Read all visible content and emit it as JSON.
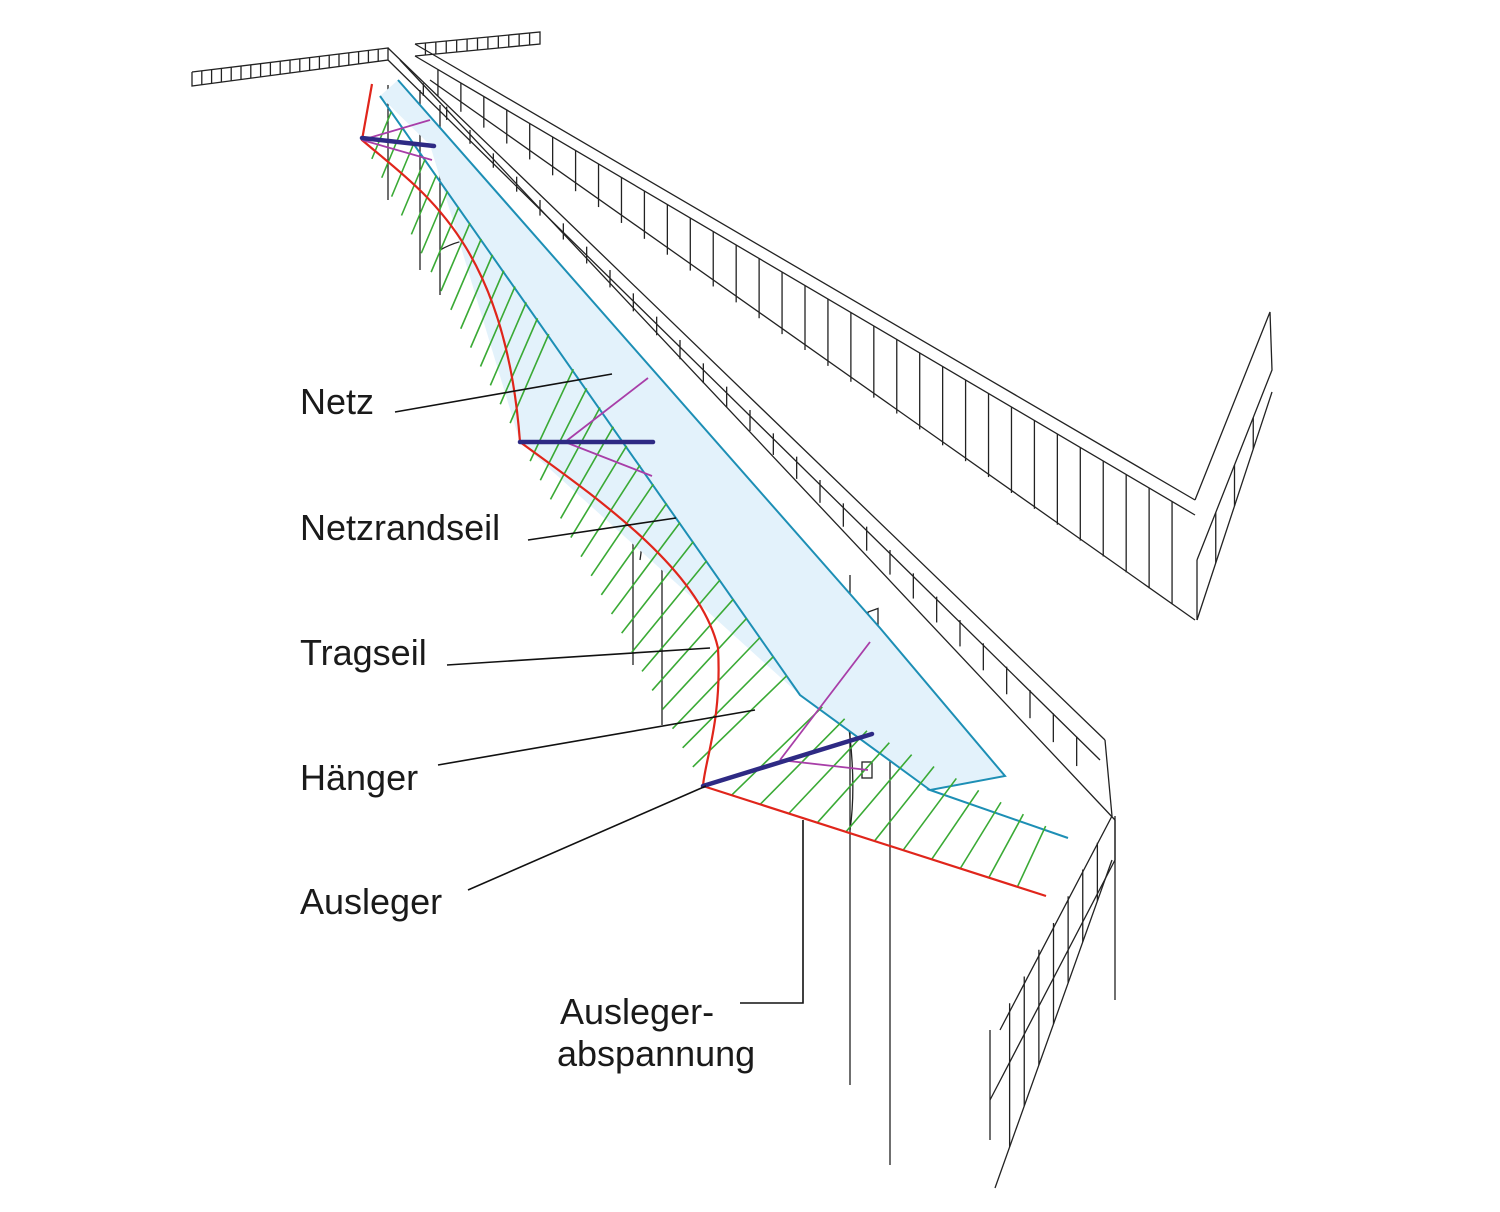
{
  "labels": {
    "netz": "Netz",
    "netzrandseil": "Netzrandseil",
    "tragseil": "Tragseil",
    "haenger": "Hänger",
    "ausleger": "Ausleger",
    "auslegerabspannung_line1": "Ausleger-",
    "auslegerabspannung_line2": "abspannung"
  },
  "colors": {
    "structure": "#222222",
    "tragseil": "#e0251b",
    "netzrandseil": "#1d8fb5",
    "netz_fill": "#e3f2fb",
    "haenger": "#3aaa35",
    "ausleger": "#2e2a84",
    "abspannung": "#a83ea8",
    "leader": "#111111"
  }
}
